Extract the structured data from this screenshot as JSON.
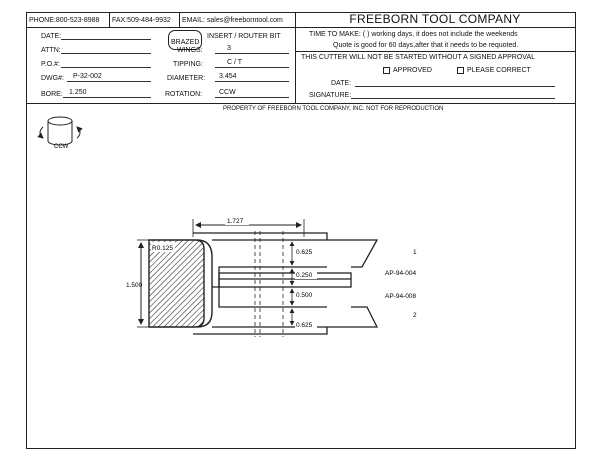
{
  "contact": {
    "phone": "PHONE:800-523-8988",
    "fax": "FAX:509-484-9932",
    "email": "EMAIL: sales@freeborntool.com"
  },
  "company": "FREEBORN TOOL COMPANY",
  "fields": {
    "date_label": "DATE:",
    "attn_label": "ATTN:",
    "po_label": "P.O.#:",
    "dwg_label": "DWG#:",
    "dwg_value": "P-32-002",
    "bore_label": "BORE:",
    "bore_value": "1.250",
    "type_brazed": "BRAZED",
    "type_rest": "INSERT / ROUTER BIT",
    "wings_label": "WINGS:",
    "wings_value": "3",
    "tipping_label": "TIPPING:",
    "tipping_value": "C / T",
    "diameter_label": "DIAMETER:",
    "diameter_value": "3.454",
    "rotation_label": "ROTATION:",
    "rotation_value": "CCW"
  },
  "make": {
    "line1": "TIME TO MAKE: (     ) working days, it does not include the weekends",
    "line2": "Quote is good for 60 days,after that it needs to be requoted."
  },
  "approval": {
    "title": "THIS CUTTER WILL NOT BE STARTED WITHOUT A SIGNED APPROVAL",
    "approved": "APPROVED",
    "please_correct": "PLEASE CORRECT",
    "date_label": "DATE:",
    "signature_label": "SIGNATURE:"
  },
  "property_notice": "PROPERTY OF FREEBORN TOOL COMPANY, INC.   NOT FOR REPRODUCTION",
  "drawing": {
    "rotation_icon_label": "CCW",
    "radius": "R0.125",
    "overall_height": "1.500",
    "width": "1.727",
    "dims": [
      "0.625",
      "0.250",
      "0.500",
      "0.625"
    ],
    "part_top": "AP-94-004",
    "part_bottom": "AP-94-008",
    "item_1": "1",
    "item_2": "2"
  }
}
